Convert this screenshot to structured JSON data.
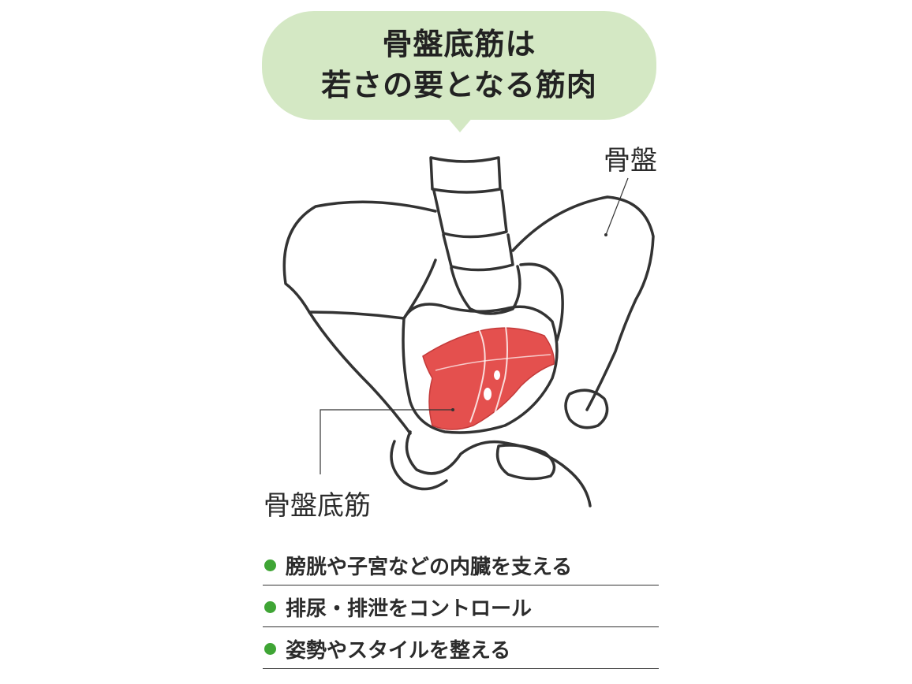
{
  "bubble": {
    "line1": "骨盤底筋は",
    "line2": "若さの要となる筋肉",
    "color": "#d4e8c4"
  },
  "labels": {
    "pelvis": "骨盤",
    "pelvic_floor": "骨盤底筋"
  },
  "colors": {
    "muscle": "#e4504e",
    "bullet": "#3fa535",
    "outline": "#333333"
  },
  "functions": [
    {
      "text": "膀胱や子宮などの内臓を支える"
    },
    {
      "text": "排尿・排泄をコントロール"
    },
    {
      "text": "姿勢やスタイルを整える"
    }
  ]
}
